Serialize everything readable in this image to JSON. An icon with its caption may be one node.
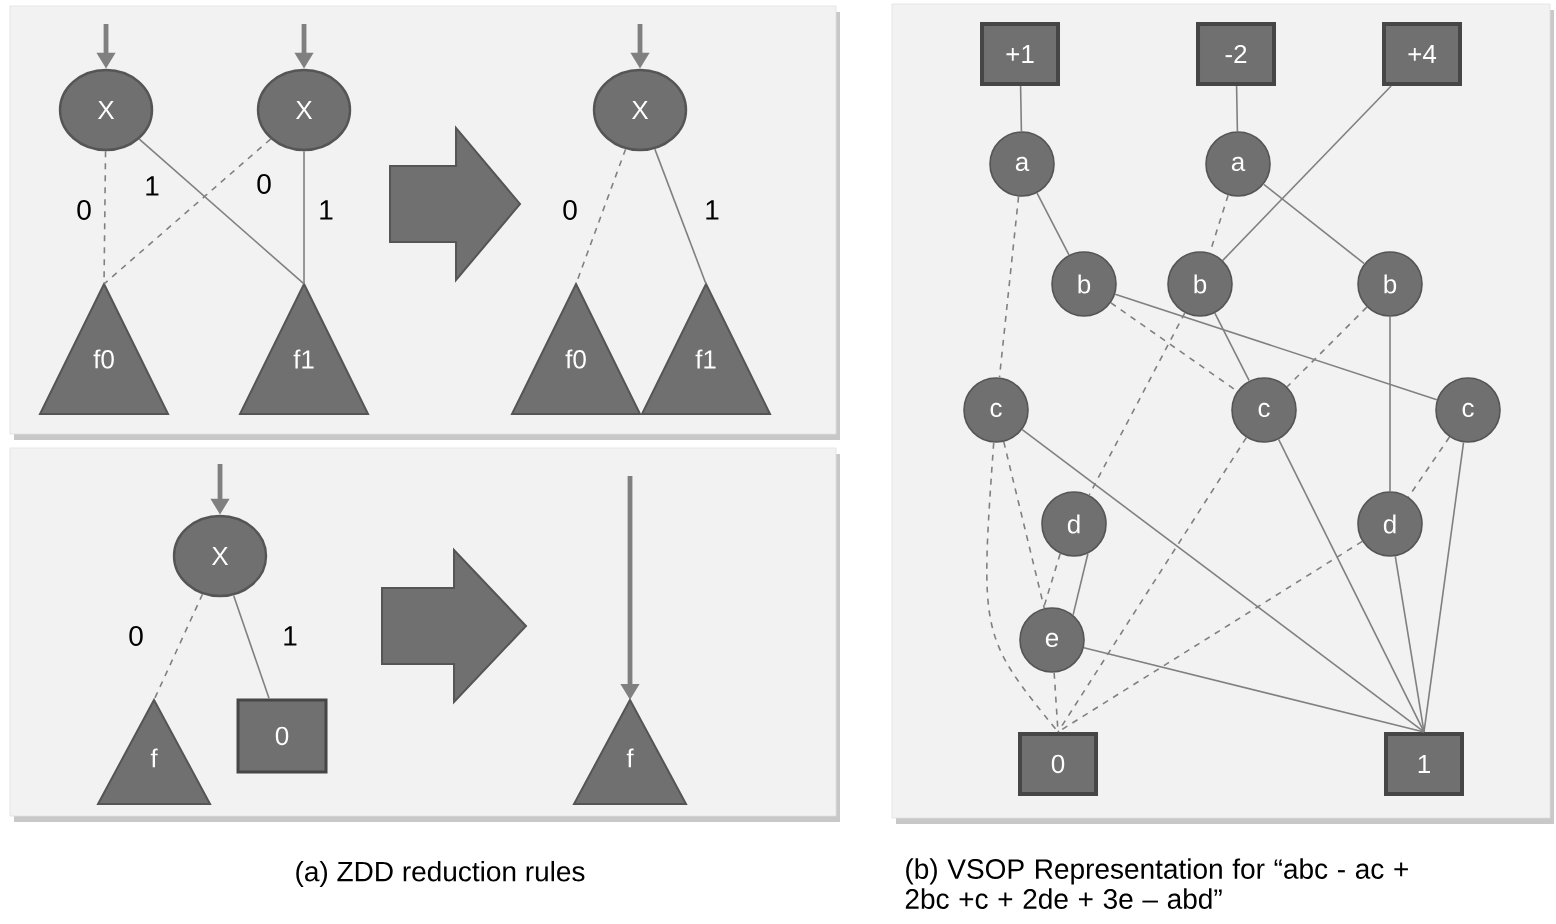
{
  "diagram": {
    "nodes": [
      {
        "text": [
          "X"
        ]
      },
      {
        "text": [
          "X"
        ]
      },
      {
        "text": [
          "f0"
        ]
      },
      {
        "text": [
          "f1"
        ]
      },
      {
        "text": [
          "X"
        ]
      },
      {
        "text": [
          "f0"
        ]
      },
      {
        "text": [
          "f1"
        ]
      },
      {
        "text": [
          "X"
        ]
      },
      {
        "text": [
          "f"
        ]
      },
      {
        "text": [
          "0"
        ]
      },
      {
        "text": [
          "f"
        ]
      },
      {
        "text": [
          "+1"
        ]
      },
      {
        "text": [
          "-2"
        ]
      },
      {
        "text": [
          "+4"
        ]
      },
      {
        "text": [
          "a"
        ]
      },
      {
        "text": [
          "a"
        ]
      },
      {
        "text": [
          "b"
        ]
      },
      {
        "text": [
          "b"
        ]
      },
      {
        "text": [
          "b"
        ]
      },
      {
        "text": [
          "c"
        ]
      },
      {
        "text": [
          "c"
        ]
      },
      {
        "text": [
          "c"
        ]
      },
      {
        "text": [
          "d"
        ]
      },
      {
        "text": [
          "d"
        ]
      },
      {
        "text": [
          "e"
        ]
      },
      {
        "text": [
          "0"
        ]
      },
      {
        "text": [
          "1"
        ]
      },
      {
        "text": [],
        "shape": "arrow"
      },
      {
        "text": [],
        "shape": "arrow"
      }
    ],
    "edges": [
      {
        "from": null,
        "to": 0,
        "arrow": "to",
        "style": "thick"
      },
      {
        "from": null,
        "to": 1,
        "arrow": "to",
        "style": "thick"
      },
      {
        "from": 0,
        "to": 2,
        "arrow": "none",
        "style": "dashed",
        "label": "0"
      },
      {
        "from": 0,
        "to": 3,
        "arrow": "none",
        "label": "1"
      },
      {
        "from": 1,
        "to": 2,
        "arrow": "none",
        "style": "dashed",
        "label": "0"
      },
      {
        "from": 1,
        "to": 3,
        "arrow": "none",
        "label": "1"
      },
      {
        "from": null,
        "to": 4,
        "arrow": "to",
        "style": "thick"
      },
      {
        "from": 4,
        "to": 5,
        "arrow": "none",
        "style": "dashed",
        "label": "0"
      },
      {
        "from": 4,
        "to": 6,
        "arrow": "none",
        "label": "1"
      },
      {
        "from": null,
        "to": 7,
        "arrow": "to",
        "style": "thick"
      },
      {
        "from": 7,
        "to": 8,
        "arrow": "none",
        "style": "dashed",
        "label": "0"
      },
      {
        "from": 7,
        "to": 9,
        "arrow": "none",
        "label": "1"
      },
      {
        "from": null,
        "to": 10,
        "arrow": "to",
        "style": "thick"
      },
      {
        "from": 11,
        "to": 14,
        "arrow": "none"
      },
      {
        "from": 12,
        "to": 15,
        "arrow": "none"
      },
      {
        "from": 13,
        "to": 17,
        "arrow": "none"
      },
      {
        "from": 14,
        "to": 19,
        "arrow": "none",
        "style": "dashed"
      },
      {
        "from": 14,
        "to": 16,
        "arrow": "none"
      },
      {
        "from": 15,
        "to": 17,
        "arrow": "none",
        "style": "dashed"
      },
      {
        "from": 15,
        "to": 18,
        "arrow": "none"
      },
      {
        "from": 16,
        "to": 20,
        "arrow": "none",
        "style": "dashed"
      },
      {
        "from": 16,
        "to": 21,
        "arrow": "none"
      },
      {
        "from": 17,
        "to": 22,
        "arrow": "none",
        "style": "dashed"
      },
      {
        "from": 17,
        "to": 20,
        "arrow": "none"
      },
      {
        "from": 18,
        "to": 20,
        "arrow": "none",
        "style": "dashed"
      },
      {
        "from": 18,
        "to": 23,
        "arrow": "none"
      },
      {
        "from": 19,
        "to": 24,
        "arrow": "none",
        "style": "dashed"
      },
      {
        "from": 19,
        "to": 25,
        "arrow": "none",
        "style": "dashed"
      },
      {
        "from": 19,
        "to": 26,
        "arrow": "none"
      },
      {
        "from": 20,
        "to": 25,
        "arrow": "none",
        "style": "dashed"
      },
      {
        "from": 20,
        "to": 26,
        "arrow": "none"
      },
      {
        "from": 21,
        "to": 23,
        "arrow": "none",
        "style": "dashed"
      },
      {
        "from": 21,
        "to": 26,
        "arrow": "none"
      },
      {
        "from": 22,
        "to": 24,
        "arrow": "none",
        "style": "dashed"
      },
      {
        "from": 22,
        "to": 24,
        "arrow": "none"
      },
      {
        "from": 23,
        "to": 25,
        "arrow": "none",
        "style": "dashed"
      },
      {
        "from": 23,
        "to": 26,
        "arrow": "none"
      },
      {
        "from": 24,
        "to": 25,
        "arrow": "none",
        "style": "dashed"
      },
      {
        "from": 24,
        "to": 26,
        "arrow": "none"
      }
    ],
    "labels": [
      "(a) ZDD reduction rules",
      "(b) VSOP Representation for “abc - ac + 2bc +c + 2de + 3e – abd”"
    ]
  }
}
